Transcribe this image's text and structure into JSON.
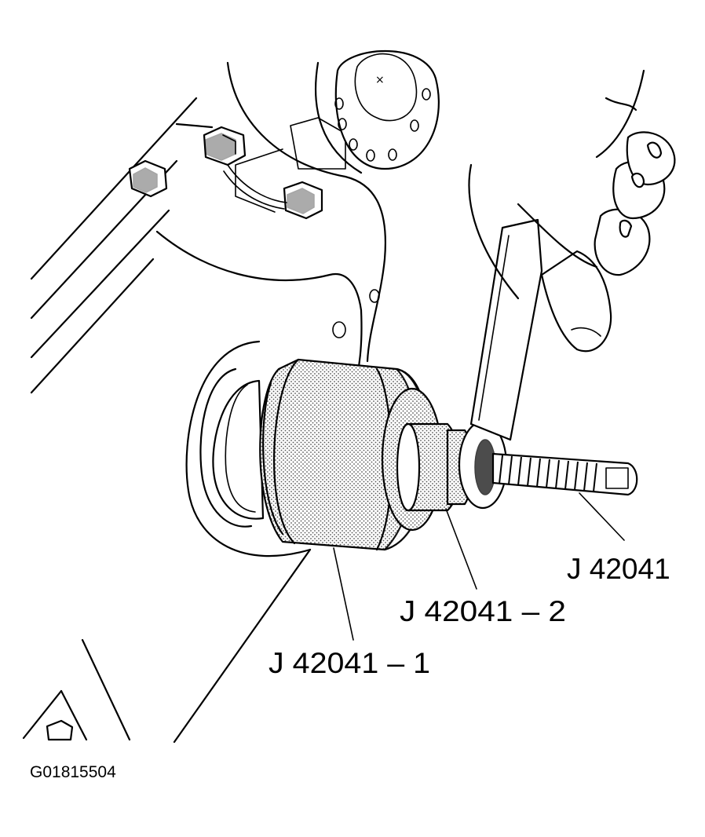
{
  "figure": {
    "callouts": [
      {
        "text": "J 42041"
      },
      {
        "text": "J 42041 – 2"
      },
      {
        "text": "J 42041 – 1"
      }
    ],
    "figure_id": "G01815504"
  }
}
